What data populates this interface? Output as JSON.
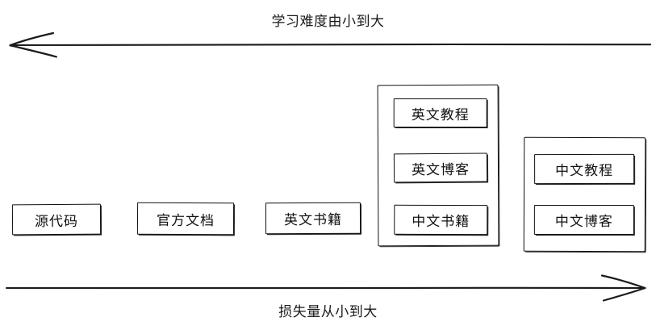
{
  "diagram": {
    "axes": {
      "top": {
        "label": "学习难度由小到大",
        "direction": "left"
      },
      "bottom": {
        "label": "损失量从小到大",
        "direction": "right"
      }
    },
    "nodes": [
      {
        "id": "source-code",
        "label": "源代码"
      },
      {
        "id": "official-docs",
        "label": "官方文档"
      },
      {
        "id": "english-books",
        "label": "英文书籍"
      }
    ],
    "groups": [
      {
        "id": "english-group",
        "items": [
          {
            "id": "english-tutorial",
            "label": "英文教程"
          },
          {
            "id": "english-blog",
            "label": "英文博客"
          },
          {
            "id": "chinese-books",
            "label": "中文书籍"
          }
        ]
      },
      {
        "id": "chinese-group",
        "items": [
          {
            "id": "chinese-tutorial",
            "label": "中文教程"
          },
          {
            "id": "chinese-blog",
            "label": "中文博客"
          }
        ]
      }
    ],
    "colors": {
      "stroke": "#111111",
      "background": "#ffffff",
      "text": "#1a1a1a"
    }
  }
}
